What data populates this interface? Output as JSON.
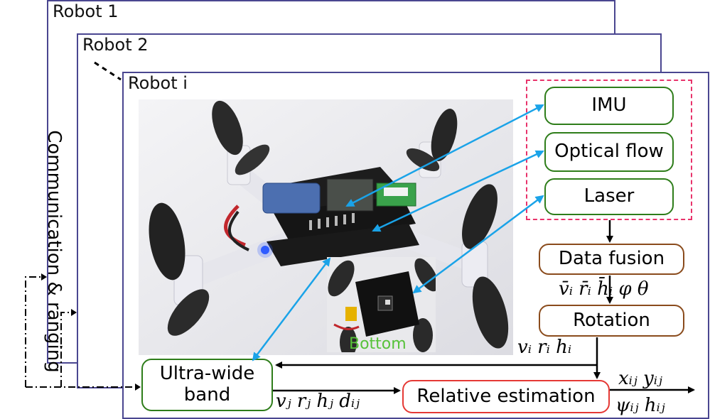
{
  "panels": {
    "robot1": "Robot 1",
    "robot2": "Robot 2",
    "roboti": "Robot i"
  },
  "side_label": "Communication & ranging",
  "sensors": {
    "imu": "IMU",
    "optical_flow": "Optical flow",
    "laser": "Laser"
  },
  "blocks": {
    "data_fusion": "Data fusion",
    "rotation": "Rotation",
    "uwb": "Ultra-wide band",
    "relative_estimation": "Relative estimation"
  },
  "photo": {
    "bottom_label": "Bottom"
  },
  "math": {
    "fusion_out": "v̄ᵢ r̄ᵢ h̄ᵢ  φ  θ",
    "rotation_out": "vᵢ rᵢ hᵢ",
    "uwb_out": "vⱼ  rⱼ  hⱼ  dᵢⱼ",
    "result_xy": "xᵢⱼ  yᵢⱼ",
    "result_psih": "ψᵢⱼ  hᵢⱼ"
  },
  "colors": {
    "panel_border": "#4a4690",
    "sensor_border": "#2e7d1a",
    "process_border": "#8a4b1c",
    "estimation_border": "#e53935",
    "sensor_group": "#e8336b",
    "mapping_arrows": "#1aa3e8",
    "bottom_label": "#57c23a"
  },
  "icons": [
    "drone-photo",
    "drone-bottom-photo"
  ]
}
